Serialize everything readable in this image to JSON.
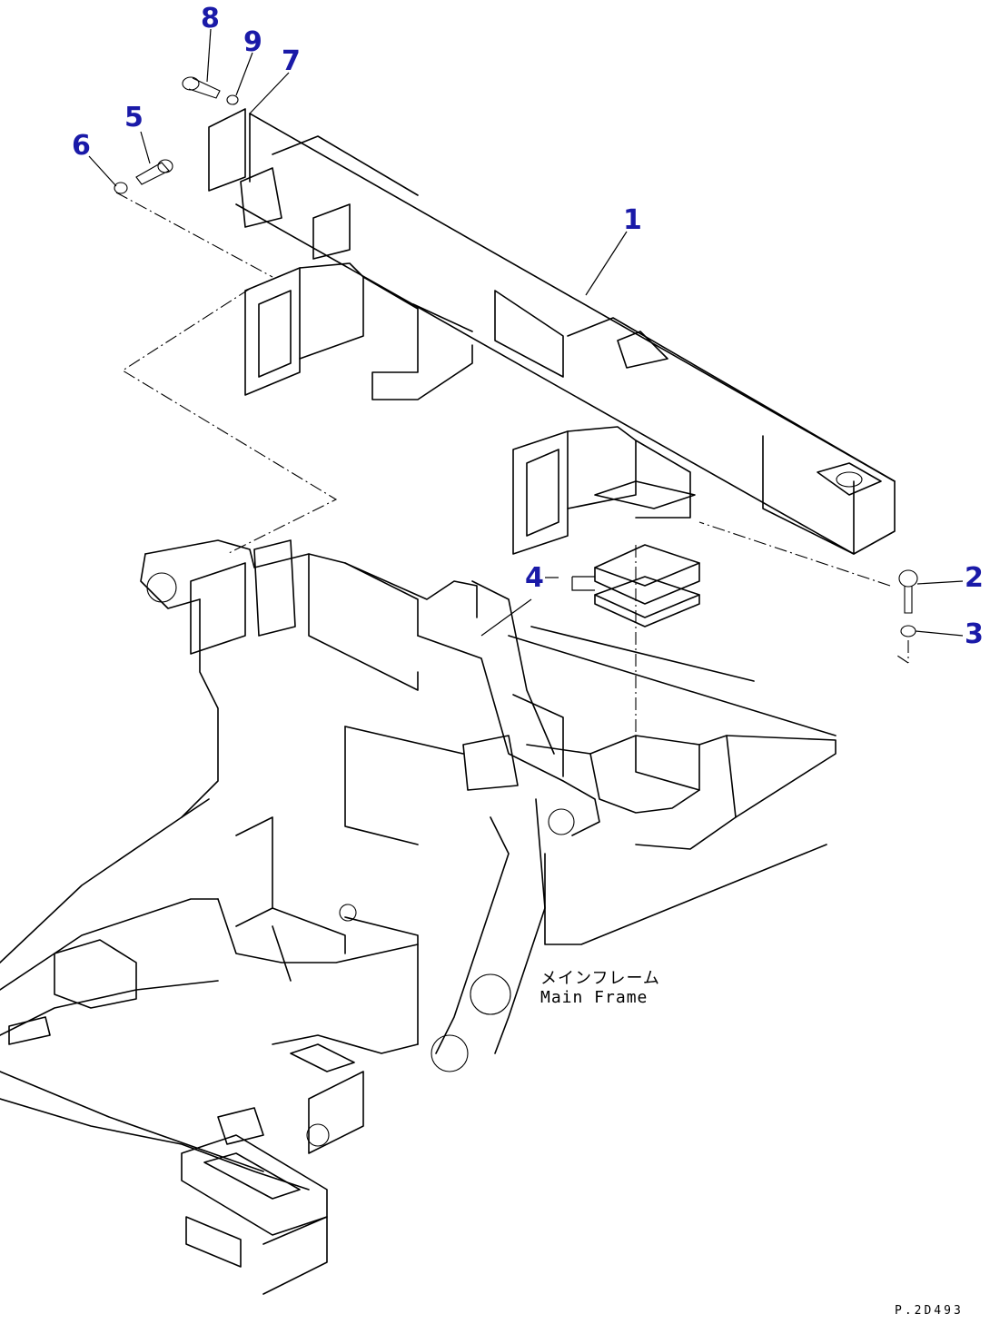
{
  "callout_color": "#1a1aa8",
  "callouts": {
    "c1": "1",
    "c2": "2",
    "c3": "3",
    "c4": "4",
    "c5": "5",
    "c6": "6",
    "c7": "7",
    "c8": "8",
    "c9": "9"
  },
  "main_frame_label": {
    "japanese": "メインフレーム",
    "english": "Main Frame"
  },
  "drawing_number": "P.2D493"
}
